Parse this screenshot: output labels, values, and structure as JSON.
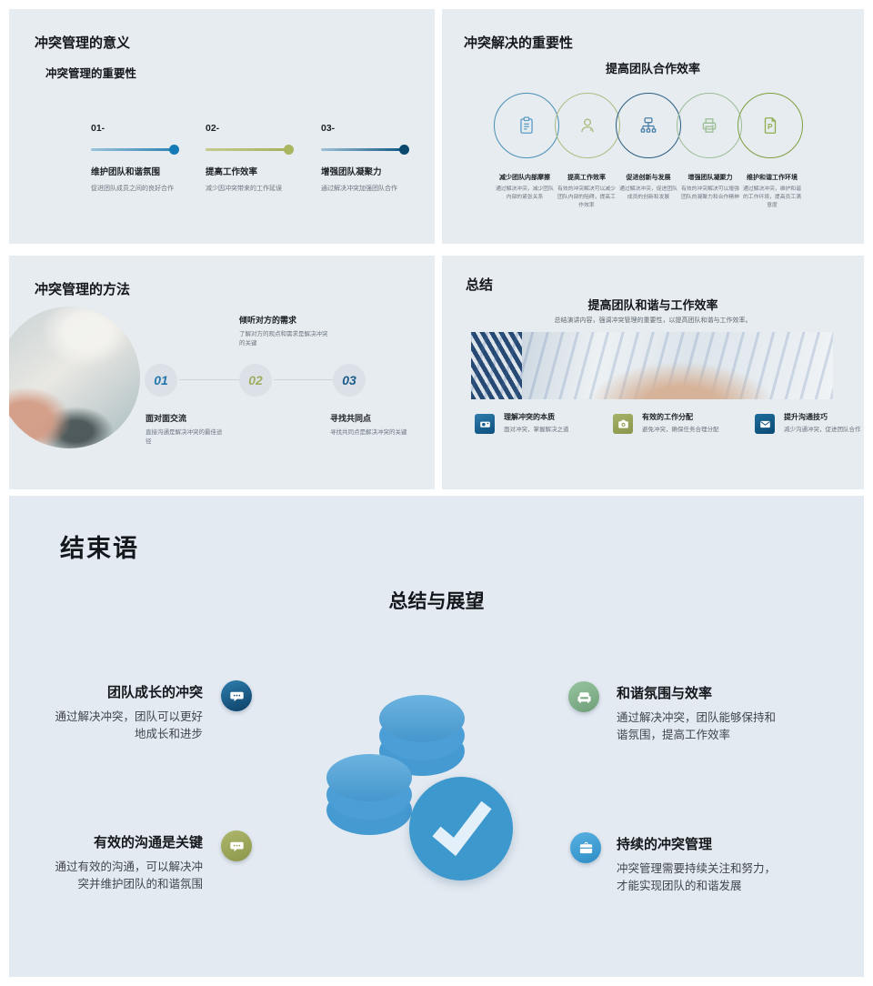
{
  "slide1": {
    "title": "冲突管理的意义",
    "subtitle": "冲突管理的重要性",
    "items": [
      {
        "num": "01-",
        "label": "维护团队和谐氛围",
        "desc": "促进团队成员之间的良好合作"
      },
      {
        "num": "02-",
        "label": "提高工作效率",
        "desc": "减少因冲突带来的工作延误"
      },
      {
        "num": "03-",
        "label": "增强团队凝聚力",
        "desc": "通过解决冲突加强团队合作"
      }
    ]
  },
  "slide2": {
    "title": "冲突解决的重要性",
    "subtitle": "提高团队合作效率",
    "items": [
      {
        "icon": "clipboard-icon",
        "label": "减少团队内部摩擦",
        "desc": "通过解决冲突，减少团队内部的紧张关系"
      },
      {
        "icon": "user-icon",
        "label": "提高工作效率",
        "desc": "有效的冲突解决可以减少团队内部的阻碍，提高工作效率"
      },
      {
        "icon": "sitemap-icon",
        "label": "促进创新与发展",
        "desc": "通过解决冲突，促进团队成员的创新和发展"
      },
      {
        "icon": "printer-icon",
        "label": "增强团队凝聚力",
        "desc": "有效的冲突解决可以增强团队的凝聚力和合作精神"
      },
      {
        "icon": "file-p-icon",
        "label": "维护和谐工作环境",
        "desc": "通过解决冲突，维护和谐的工作环境，提高员工满意度"
      }
    ]
  },
  "slide3": {
    "title": "冲突管理的方法",
    "steps": [
      {
        "num": "01",
        "label": "面对面交流",
        "desc": "直接沟通是解决冲突的最佳途径"
      },
      {
        "num": "02",
        "label": "倾听对方的需求",
        "desc": "了解对方的观点和需求是解决冲突的关键"
      },
      {
        "num": "03",
        "label": "寻找共同点",
        "desc": "寻找共同点是解决冲突的关键"
      }
    ]
  },
  "slide4": {
    "title": "总结",
    "heading": "提高团队和谐与工作效率",
    "subheading": "总结演讲内容，强调冲突管理的重要性，以提高团队和谐与工作效率。",
    "items": [
      {
        "icon": "projector-icon",
        "label": "理解冲突的本质",
        "desc": "面对冲突，掌握解决之道"
      },
      {
        "icon": "camera-icon",
        "label": "有效的工作分配",
        "desc": "避免冲突，确保任务合理分配"
      },
      {
        "icon": "mail-icon",
        "label": "提升沟通技巧",
        "desc": "减少沟通冲突，促进团队合作"
      }
    ]
  },
  "slide5": {
    "title": "结束语",
    "heading": "总结与展望",
    "items": [
      {
        "icon": "chat-bubble-icon",
        "label": "团队成长的冲突",
        "desc": "通过解决冲突，团队可以更好地成长和进步"
      },
      {
        "icon": "armchair-icon",
        "label": "和谐氛围与效率",
        "desc": "通过解决冲突，团队能够保持和谐氛围，提高工作效率"
      },
      {
        "icon": "chat-bubble-icon",
        "label": "有效的沟通是关键",
        "desc": "通过有效的沟通，可以解决冲突并维护团队的和谐氛围"
      },
      {
        "icon": "briefcase-icon",
        "label": "持续的冲突管理",
        "desc": "冲突管理需要持续关注和努力，才能实现团队的和谐发展"
      }
    ],
    "graphic": "coins-and-checkmark"
  },
  "colors": {
    "accent_blue": "#157ab5",
    "accent_olive": "#a9b55f",
    "accent_navy": "#0b486f",
    "graphic_blue": "#4a9ed6",
    "slide_bg": "#e7ecf1",
    "page_bg": "#ffffff"
  }
}
